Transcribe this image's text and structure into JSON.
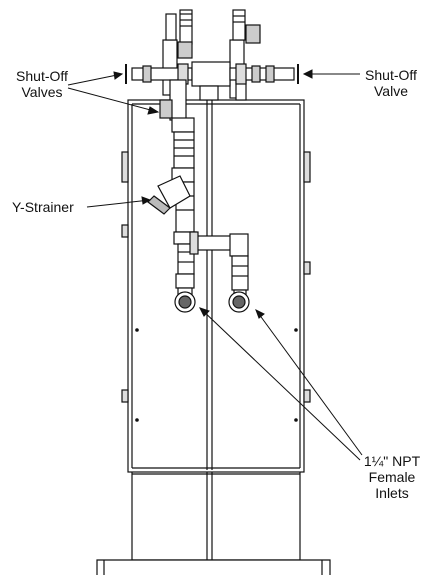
{
  "labels": {
    "shutoff_valves_line1": "Shut-Off",
    "shutoff_valves_line2": "Valves",
    "shutoff_valve_line1": "Shut-Off",
    "shutoff_valve_line2": "Valve",
    "ystrainer": "Y-Strainer",
    "inlets_line1": "1¼\" NPT",
    "inlets_line2": "Female",
    "inlets_line3": "Inlets"
  },
  "colors": {
    "line": "#111111",
    "fill": "#ffffff",
    "shade": "#bdbdbd"
  }
}
